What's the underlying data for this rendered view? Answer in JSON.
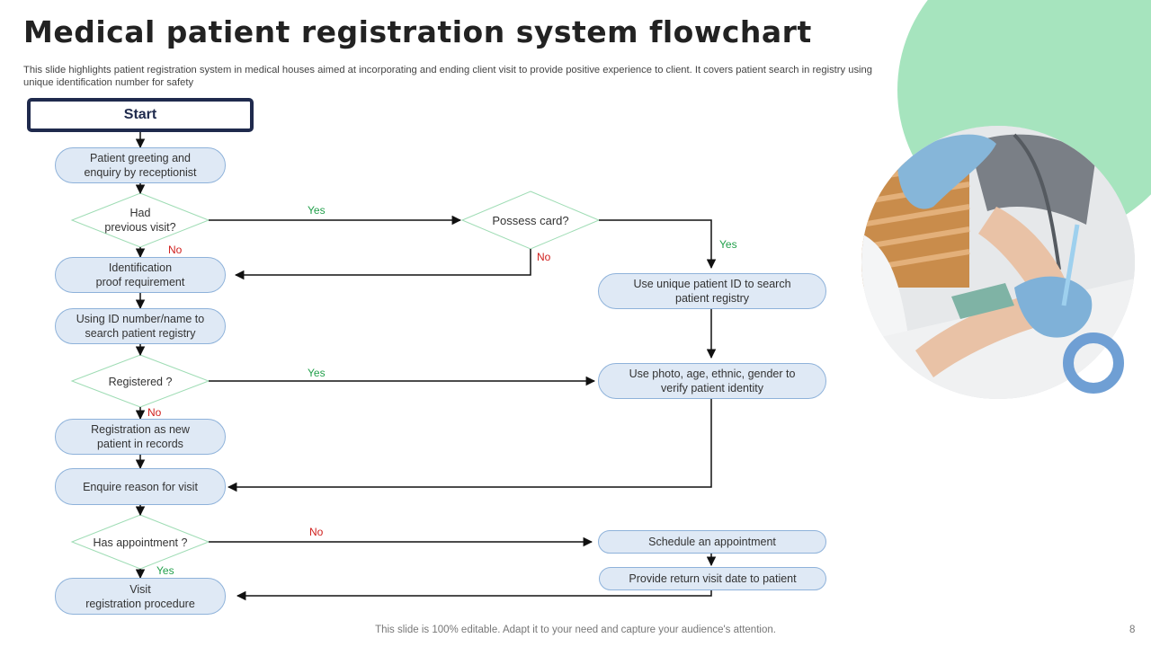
{
  "title": "Medical patient registration system flowchart",
  "subtitle": "This slide highlights patient registration system in medical houses aimed at incorporating and ending client visit to provide positive experience to client. It covers patient search in registry  using unique identification number for safety",
  "nodes": {
    "start": "Start",
    "greeting": "Patient greeting and\nenquiry by receptionist",
    "had_previous_visit": "Had\nprevious visit?",
    "identification_proof": "Identification\nproof requirement",
    "search_registry_by_id": "Using ID number/name to\nsearch patient registry",
    "registered": "Registered ?",
    "registration_new": "Registration as new\npatient in records",
    "enquire_reason": "Enquire reason for visit",
    "has_appointment": "Has appointment ?",
    "visit_registration": "Visit\nregistration procedure",
    "possess_card": "Possess card?",
    "use_unique_id": "Use unique  patient ID to search\npatient registry",
    "verify_identity": "Use photo, age, ethnic, gender to\nverify patient identity",
    "schedule_appointment": "Schedule an appointment",
    "return_visit_date": "Provide  return visit date to patient"
  },
  "edge_labels": {
    "previous_yes": "Yes",
    "previous_no": "No",
    "card_yes": "Yes",
    "card_no": "No",
    "registered_yes": "Yes",
    "registered_no": "No",
    "appointment_no": "No",
    "appointment_yes": "Yes"
  },
  "colors": {
    "pill_fill": "#dfe9f5",
    "pill_border": "#8eb2da",
    "diamond_border": "#9edcb4",
    "start_border": "#1f2a4d",
    "yes": "#22a04b",
    "no": "#d0201e",
    "accent_green": "#a6e4be",
    "accent_blue": "#6f9fd4"
  },
  "footer": "This slide is 100% editable. Adapt it to your need and capture your audience's attention.",
  "page_number": "8"
}
